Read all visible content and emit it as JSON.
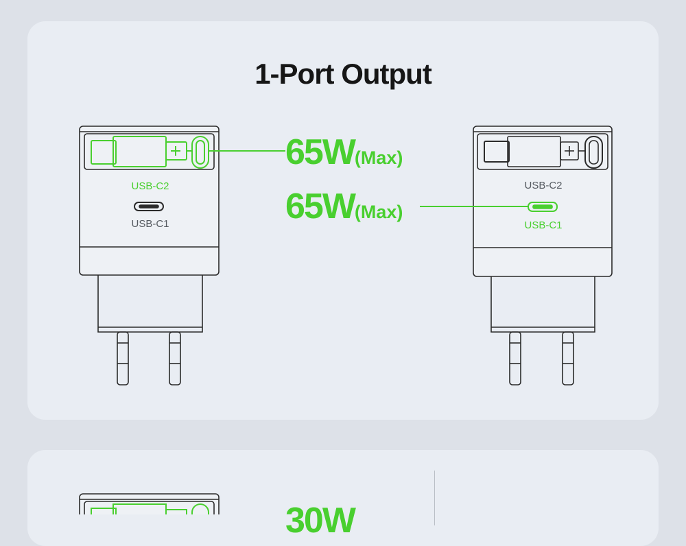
{
  "section1": {
    "title": "1-Port Output",
    "watt_label_1": "65W",
    "watt_max_1": "(Max)",
    "watt_label_2": "65W",
    "watt_max_2": "(Max)"
  },
  "charger_left": {
    "port_top_label": "USB-C2",
    "port_bottom_label": "USB-C1"
  },
  "charger_right": {
    "port_top_label": "USB-C2",
    "port_bottom_label": "USB-C1"
  },
  "section2": {
    "watt_label": "30W"
  },
  "colors": {
    "accent_green": "#49cf2f",
    "line_gray": "#2b2b2b",
    "card_bg": "#e9edf3",
    "page_bg": "#dde1e8"
  }
}
